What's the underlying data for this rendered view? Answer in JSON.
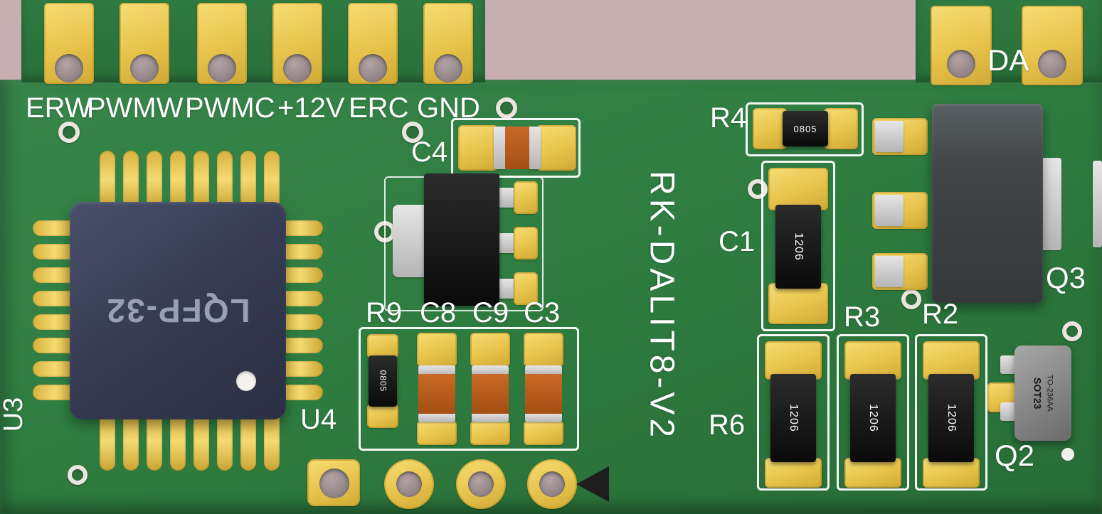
{
  "board_name": "RK-DALIT8-V2",
  "colors": {
    "background": "#c8adb1",
    "pcb_green": "#2f7d41",
    "pad_gold": "#eecb55",
    "silkscreen": "#ffffff",
    "ic_body_navy": "#363b52",
    "component_black": "#141414",
    "capacitor_orange": "#b85c1e",
    "metal_gray": "#cccccc"
  },
  "top_connector": {
    "labels": [
      "ERW",
      "PWMW",
      "PWMC",
      "+12V",
      "ERC",
      "GND"
    ]
  },
  "top_right_connector": {
    "label": "DA"
  },
  "ics": {
    "u3": {
      "ref": "U3",
      "package": "LQFP-32"
    },
    "u4": {
      "ref": "U4"
    }
  },
  "passives": {
    "c4": {
      "ref": "C4"
    },
    "r9": {
      "ref": "R9",
      "code": "0805"
    },
    "c8": {
      "ref": "C8"
    },
    "c9": {
      "ref": "C9"
    },
    "c3": {
      "ref": "C3"
    },
    "r4": {
      "ref": "R4",
      "code": "0805"
    },
    "c1": {
      "ref": "C1",
      "code": "1206"
    },
    "r3": {
      "ref": "R3",
      "code": "1206"
    },
    "r2": {
      "ref": "R2",
      "code": "1206"
    },
    "r6": {
      "ref": "R6",
      "code": "1206"
    }
  },
  "transistors": {
    "q3": {
      "ref": "Q3"
    },
    "q2": {
      "ref": "Q2",
      "package": "SOT23",
      "package_type": "TO-236AA"
    }
  }
}
